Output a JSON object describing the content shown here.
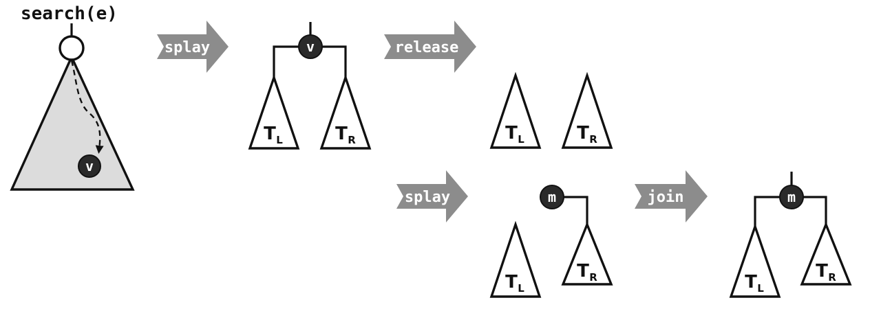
{
  "title": "search(e)",
  "arrows": {
    "splay_1": "splay",
    "release": "release",
    "splay_2": "splay",
    "join": "join"
  },
  "nodes": {
    "start": "",
    "found_in_tree": "v",
    "root_after_splay": "v",
    "max_root": "m",
    "joined_root": "m"
  },
  "subtrees": {
    "left": {
      "main": "T",
      "sub": "L"
    },
    "right": {
      "main": "T",
      "sub": "R"
    }
  }
}
